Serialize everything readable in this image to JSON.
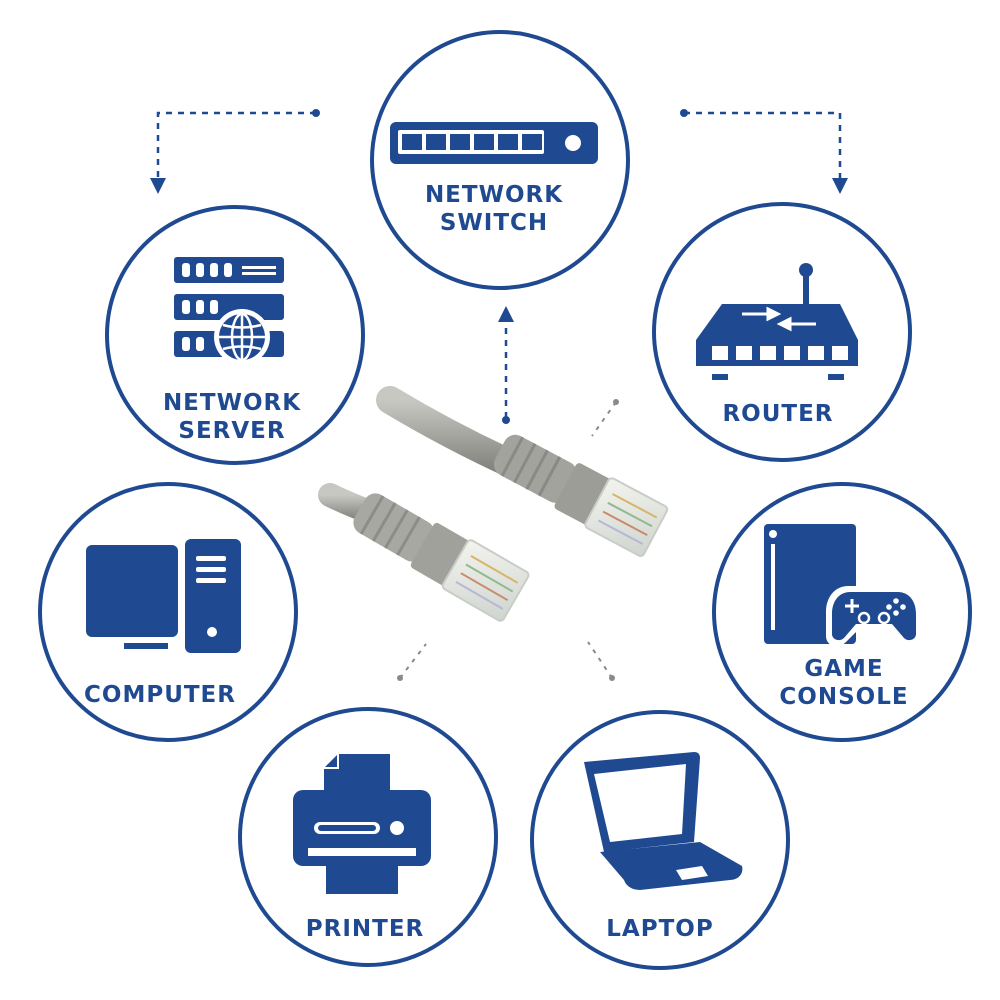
{
  "colors": {
    "brand_blue": "#1f4a91",
    "cable_grey": "#a9a9a3",
    "background": "#ffffff"
  },
  "nodes": {
    "network_switch": {
      "line1": "NETWORK",
      "line2": "SWITCH",
      "icon": "network-switch-icon"
    },
    "network_server": {
      "line1": "NETWORK",
      "line2": "SERVER",
      "icon": "server-rack-globe-icon"
    },
    "router": {
      "line1": "ROUTER",
      "icon": "router-icon"
    },
    "computer": {
      "line1": "COMPUTER",
      "icon": "desktop-computer-icon"
    },
    "game_console": {
      "line1": "GAME",
      "line2": "CONSOLE",
      "icon": "game-console-icon"
    },
    "printer": {
      "line1": "PRINTER",
      "icon": "printer-icon"
    },
    "laptop": {
      "line1": "LAPTOP",
      "icon": "laptop-icon"
    }
  },
  "center": {
    "icon": "ethernet-cable-image"
  }
}
